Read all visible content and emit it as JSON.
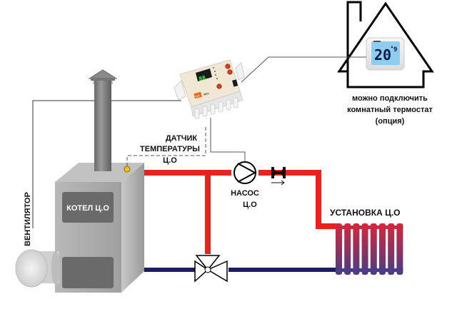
{
  "diagram": {
    "thermostat_note": {
      "line1": "можно подключить",
      "line2": "комнатный термостат",
      "line3": "(опция)"
    },
    "room_thermostat": {
      "temperature_main": "20",
      "temperature_decimal": "9"
    },
    "controller": {
      "display_value": "88",
      "brand_badge": "TFT",
      "model": "WS1"
    },
    "sensor_label": {
      "line1": "ДАТЧИК",
      "line2": "ТЕМПЕРАТУРЫ",
      "line3": "Ц.О"
    },
    "pump_label": {
      "line1": "НАСОС",
      "line2": "Ц.О"
    },
    "radiator_label": "УСТАНОВКА Ц.О",
    "boiler_label": "КОТЕЛ Ц.О",
    "fan_label": "ВЕНТИЛЯТОР",
    "colors": {
      "supply_pipe": "#e8221d",
      "return_pipe": "#1c1f5e",
      "boiler_body": "#a9a9a9",
      "boiler_panel": "#6a6a6a",
      "thermostat_screen": "#8ccdf0",
      "controller_body": "#f0e8d4",
      "controller_button": "#e23b1a"
    }
  }
}
